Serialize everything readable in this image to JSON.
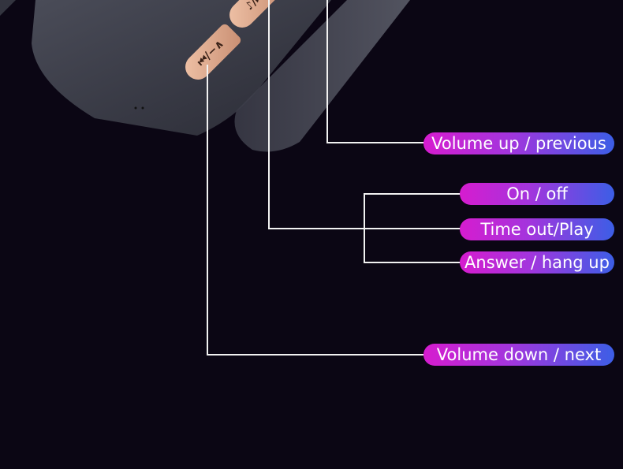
{
  "labels": {
    "volume_up": "Volume up / previous",
    "on_off": "On / off",
    "time_out_play": "Time out/Play",
    "answer_hang_up": "Answer / hang up",
    "volume_down": "Volume down / next"
  },
  "buttons": {
    "volume_down_glyph": "⏮/−∧",
    "play_glyph": "♪/⏭"
  },
  "colors": {
    "background": "#0b0614",
    "pill_start": "#d61ccf",
    "pill_end": "#3c5ee6",
    "button": "#e3b096"
  }
}
